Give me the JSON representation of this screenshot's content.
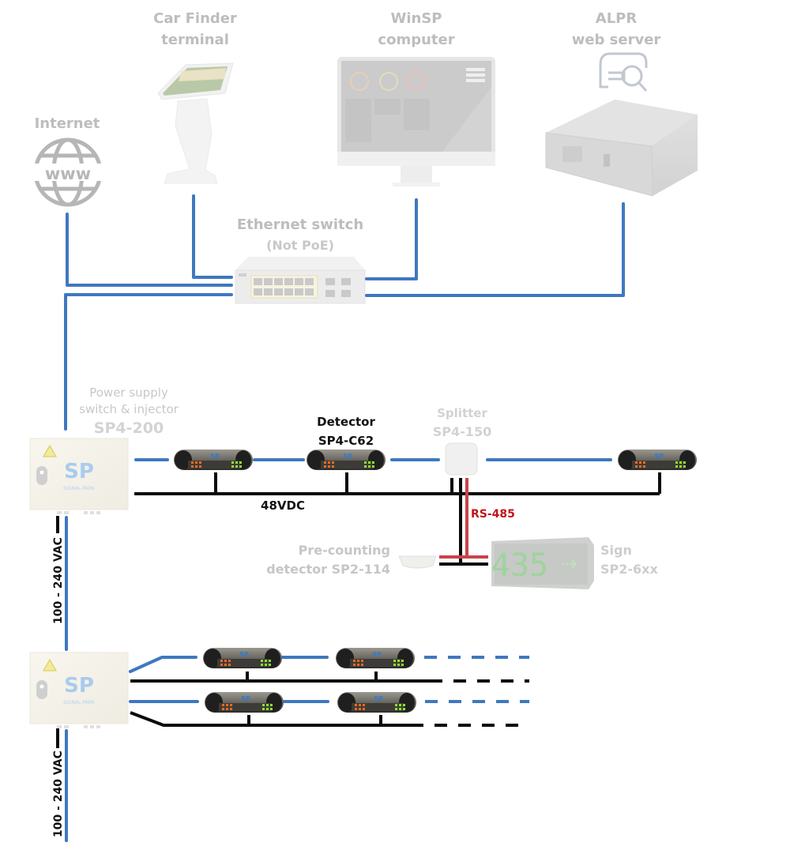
{
  "devices": {
    "car_finder": {
      "line1": "Car Finder",
      "line2": "terminal"
    },
    "winsp": {
      "line1": "WinSP",
      "line2": "computer"
    },
    "alpr": {
      "line1": "ALPR",
      "line2": "web server"
    },
    "internet": {
      "label": "Internet",
      "globe_text": "www"
    },
    "switch": {
      "line1": "Ethernet switch",
      "line2": "(Not PoE)"
    },
    "power_supply": {
      "line1": "Power supply",
      "line2": "switch & injector",
      "line3": "SP4-200",
      "brand": "SIGNAL-PARK",
      "logo": "SP"
    },
    "detector": {
      "line1": "Detector",
      "line2": "SP4-C62",
      "logo": "SP"
    },
    "splitter": {
      "line1": "Splitter",
      "line2": "SP4-150"
    },
    "precounting": {
      "line1": "Pre-counting",
      "line2": "detector SP2-114"
    },
    "sign": {
      "line1": "Sign",
      "line2": "SP2-6xx",
      "display": "435"
    }
  },
  "cables": {
    "dc_bus": "48VDC",
    "rs485": "RS-485",
    "ac_supply": "100 - 240 VAC"
  },
  "colors": {
    "ethernet": "#3f78c0",
    "power": "#0b0b0b",
    "rs485": "#c84448",
    "muted_label": "#bdbdbd"
  }
}
